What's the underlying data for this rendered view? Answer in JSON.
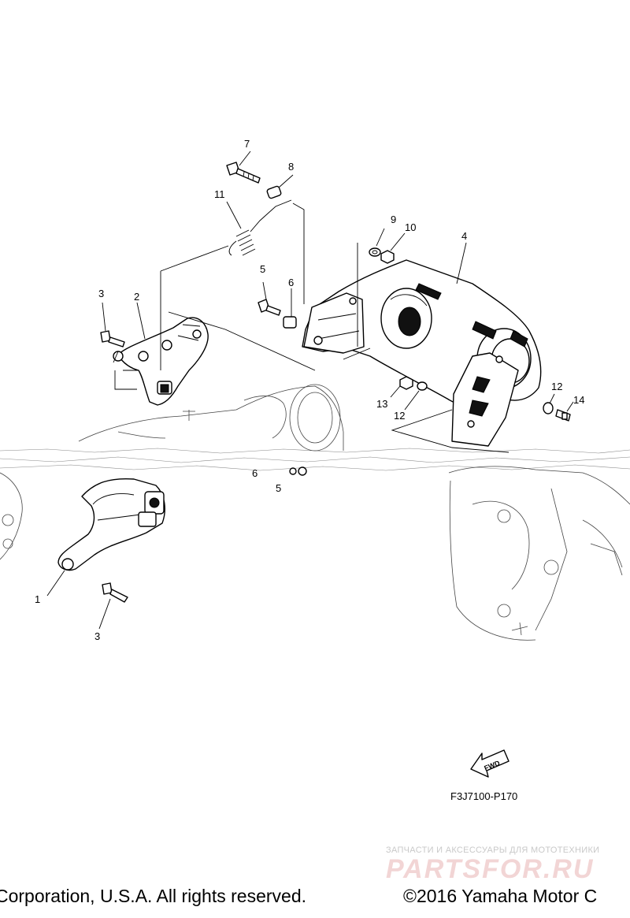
{
  "diagram": {
    "callouts": {
      "p1": "1",
      "p2": "2",
      "p3a": "3",
      "p3b": "3",
      "p4": "4",
      "p5a": "5",
      "p5b": "5",
      "p6a": "6",
      "p6b": "6",
      "p7": "7",
      "p8": "8",
      "p9": "9",
      "p10": "10",
      "p11": "11",
      "p12a": "12",
      "p12b": "12",
      "p13": "13",
      "p14": "14"
    },
    "fwd_label": "FWD",
    "figure_code": "F3J7100-P170"
  },
  "watermark": {
    "tagline": "ЗАПЧАСТИ И АКСЕССУАРЫ ДЛЯ МОТОТЕХНИКИ",
    "brand": "PARTSFOR.RU"
  },
  "footer": {
    "left": "Corporation, U.S.A. All rights reserved.",
    "right": "©2016 Yamaha Motor C"
  }
}
